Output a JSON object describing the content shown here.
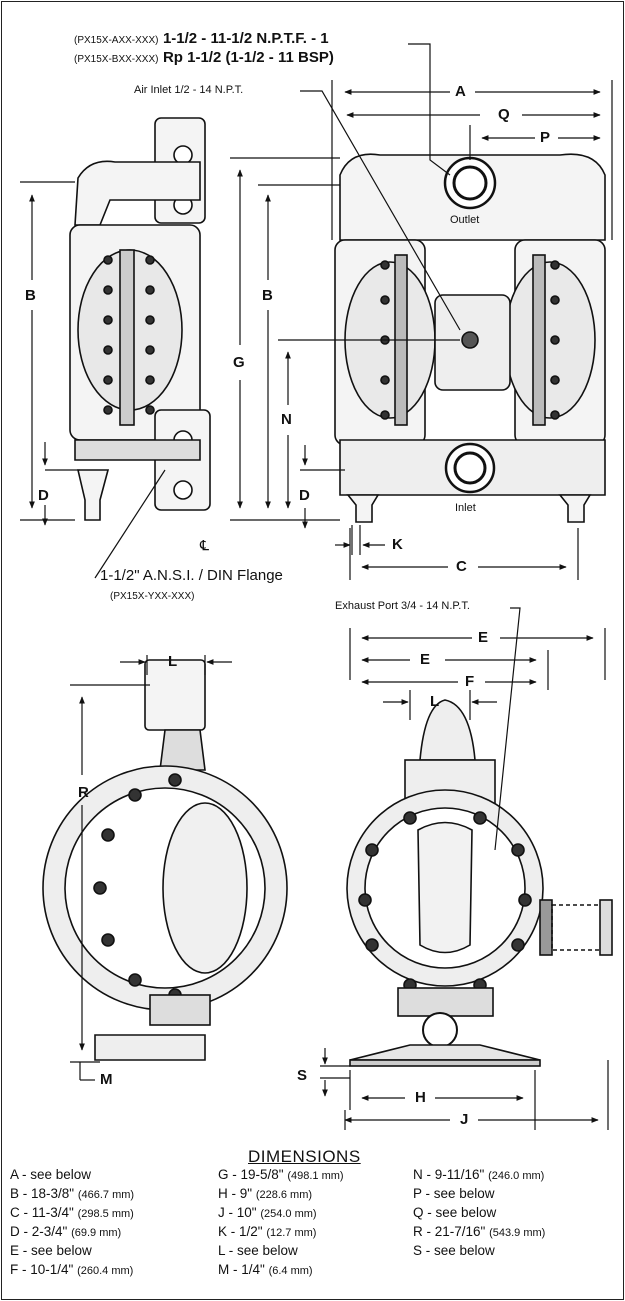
{
  "callouts": {
    "npt_part": "(PX15X-AXX-XXX)",
    "npt_spec": "1-1/2 - 11-1/2 N.P.T.F. - 1",
    "bsp_part": "(PX15X-BXX-XXX)",
    "bsp_spec": "Rp 1-1/2 (1-1/2 - 11 BSP)",
    "air_inlet": "Air Inlet 1/2 - 14 N.P.T.",
    "outlet": "Outlet",
    "inlet": "Inlet",
    "centerline": "℄",
    "flange": "1-1/2\" A.N.S.I. / DIN Flange",
    "flange_part": "(PX15X-YXX-XXX)",
    "exhaust": "Exhaust Port 3/4 - 14 N.P.T."
  },
  "letters": {
    "A": "A",
    "B": "B",
    "C": "C",
    "D": "D",
    "E": "E",
    "F": "F",
    "G": "G",
    "H": "H",
    "J": "J",
    "K": "K",
    "L": "L",
    "M": "M",
    "N": "N",
    "P": "P",
    "Q": "Q",
    "R": "R",
    "S": "S"
  },
  "dimensions": {
    "title": "DIMENSIONS",
    "col1": [
      {
        "label": "A - see below",
        "mm": ""
      },
      {
        "label": "B - 18-3/8\"",
        "mm": "(466.7 mm)"
      },
      {
        "label": "C - 11-3/4\"",
        "mm": "(298.5 mm)"
      },
      {
        "label": "D - 2-3/4\"",
        "mm": "(69.9 mm)"
      },
      {
        "label": "E - see below",
        "mm": ""
      },
      {
        "label": "F - 10-1/4\"",
        "mm": "(260.4 mm)"
      }
    ],
    "col2": [
      {
        "label": "G - 19-5/8\"",
        "mm": "(498.1 mm)"
      },
      {
        "label": "H - 9\"",
        "mm": "(228.6 mm)"
      },
      {
        "label": "J - 10\"",
        "mm": "(254.0 mm)"
      },
      {
        "label": "K - 1/2\"",
        "mm": "(12.7 mm)"
      },
      {
        "label": "L - see below",
        "mm": ""
      },
      {
        "label": "M - 1/4\"",
        "mm": "(6.4 mm)"
      }
    ],
    "col3": [
      {
        "label": "N - 9-11/16\"",
        "mm": "(246.0 mm)"
      },
      {
        "label": "P - see below",
        "mm": ""
      },
      {
        "label": "Q - see below",
        "mm": ""
      },
      {
        "label": "R - 21-7/16\"",
        "mm": "(543.9 mm)"
      },
      {
        "label": "S - see below",
        "mm": ""
      }
    ]
  }
}
